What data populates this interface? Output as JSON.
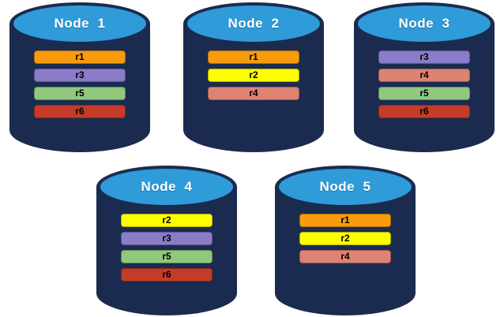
{
  "nodes": [
    {
      "label": "Node  1",
      "replicas": [
        "r1",
        "r3",
        "r5",
        "r6"
      ]
    },
    {
      "label": "Node  2",
      "replicas": [
        "r1",
        "r2",
        "r4"
      ]
    },
    {
      "label": "Node  3",
      "replicas": [
        "r3",
        "r4",
        "r5",
        "r6"
      ]
    },
    {
      "label": "Node  4",
      "replicas": [
        "r2",
        "r3",
        "r5",
        "r6"
      ]
    },
    {
      "label": "Node  5",
      "replicas": [
        "r1",
        "r2",
        "r4"
      ]
    }
  ],
  "replica_colors": {
    "r1": "#F89C0E",
    "r2": "#FDFE00",
    "r3": "#8A7CC9",
    "r4": "#DE8373",
    "r5": "#90C87D",
    "r6": "#C43C28"
  },
  "colors": {
    "background": "#FFFFFF",
    "cylinder_body": "#1B2B4F",
    "cylinder_top": "#2F9BD8",
    "title_text": "#FFFFFF",
    "bar_text": "#000000"
  }
}
